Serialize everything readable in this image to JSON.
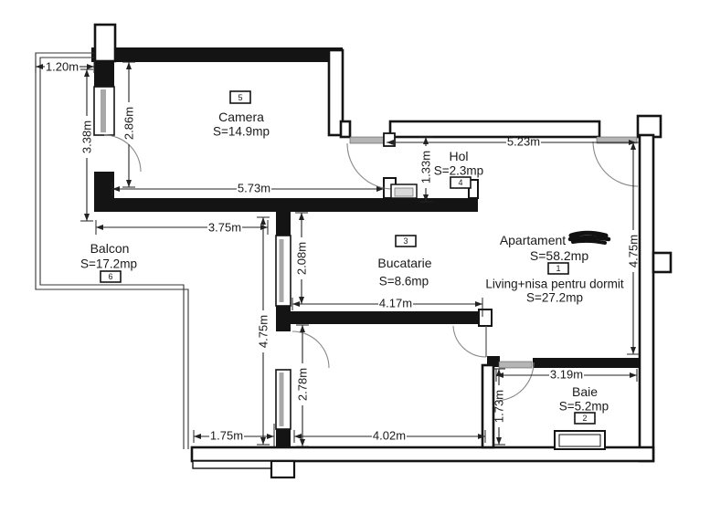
{
  "plan": {
    "apartment": {
      "label": "Apartament",
      "area": "S=58.2mp",
      "number_redacted": true
    },
    "rooms": [
      {
        "number": "5",
        "name": "Camera",
        "area": "S=14.9mp"
      },
      {
        "number": "4",
        "name": "Hol",
        "area": "S=2.3mp"
      },
      {
        "number": "3",
        "name": "Bucatarie",
        "area": "S=8.6mp"
      },
      {
        "number": "1",
        "name": "Living+nisa pentru dormit",
        "area": "S=27.2mp"
      },
      {
        "number": "2",
        "name": "Baie",
        "area": "S=5.2mp"
      },
      {
        "number": "6",
        "name": "Balcon",
        "area": "S=17.2mp"
      }
    ],
    "dims": {
      "balcony_width": "1.20m",
      "camera_left_total": "3.38m",
      "camera_left_inner": "2.86m",
      "camera_width": "5.73m",
      "balcony_top_width": "3.75m",
      "hol_top_width": "5.23m",
      "hol_depth": "1.33m",
      "kitchen_window_width": "2.08m",
      "kitchen_width": "4.17m",
      "left_wall_height": "4.75m",
      "right_wall_height": "4.75m",
      "nook_window_height": "2.78m",
      "bottom_step_width": "1.75m",
      "bottom_width": "4.02m",
      "bath_width": "3.19m",
      "bath_door_height": "1.73m"
    },
    "colors": {
      "wall": "#141414",
      "glazing": "#a8a8a8",
      "dimension": "#222222"
    }
  }
}
